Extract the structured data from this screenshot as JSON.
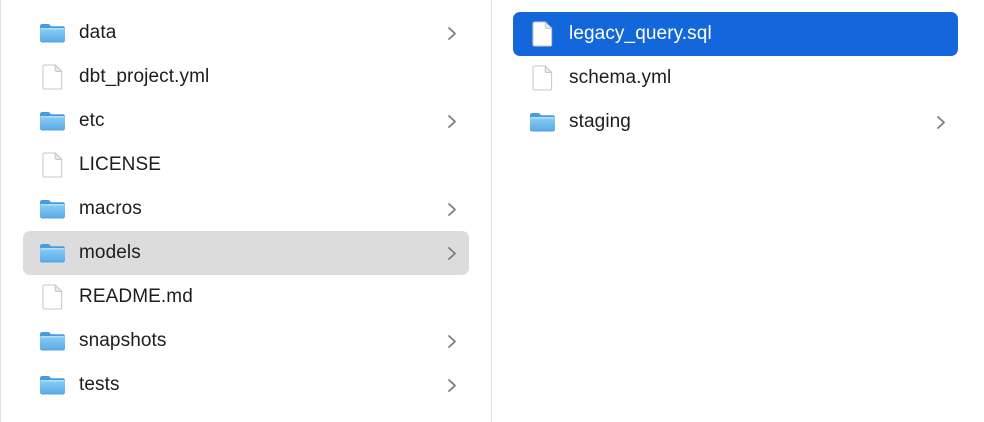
{
  "app": "finder-column-browser",
  "colors": {
    "selection_blue": "#1467db",
    "selection_gray": "#dcdcdc",
    "divider": "#e2e2e2",
    "text": "#1d1d1f",
    "selected_text": "#ffffff",
    "chevron": "#7d7d7d",
    "folder_light": "#8bcdf4",
    "folder_dark": "#58aae7",
    "folder_back": "#479bde",
    "file_outline": "#c9c9c9"
  },
  "columns": [
    {
      "name": "left",
      "items": [
        {
          "label": "data",
          "type": "folder",
          "chevron": true,
          "selected": false,
          "selection_style": ""
        },
        {
          "label": "dbt_project.yml",
          "type": "file",
          "chevron": false,
          "selected": false,
          "selection_style": ""
        },
        {
          "label": "etc",
          "type": "folder",
          "chevron": true,
          "selected": false,
          "selection_style": ""
        },
        {
          "label": "LICENSE",
          "type": "file",
          "chevron": false,
          "selected": false,
          "selection_style": ""
        },
        {
          "label": "macros",
          "type": "folder",
          "chevron": true,
          "selected": false,
          "selection_style": ""
        },
        {
          "label": "models",
          "type": "folder",
          "chevron": true,
          "selected": true,
          "selection_style": "inactive-gray"
        },
        {
          "label": "README.md",
          "type": "file",
          "chevron": false,
          "selected": false,
          "selection_style": ""
        },
        {
          "label": "snapshots",
          "type": "folder",
          "chevron": true,
          "selected": false,
          "selection_style": ""
        },
        {
          "label": "tests",
          "type": "folder",
          "chevron": true,
          "selected": false,
          "selection_style": ""
        }
      ]
    },
    {
      "name": "right",
      "items": [
        {
          "label": "legacy_query.sql",
          "type": "file",
          "chevron": false,
          "selected": true,
          "selection_style": "active-blue"
        },
        {
          "label": "schema.yml",
          "type": "file",
          "chevron": false,
          "selected": false,
          "selection_style": ""
        },
        {
          "label": "staging",
          "type": "folder",
          "chevron": true,
          "selected": false,
          "selection_style": ""
        }
      ]
    }
  ]
}
